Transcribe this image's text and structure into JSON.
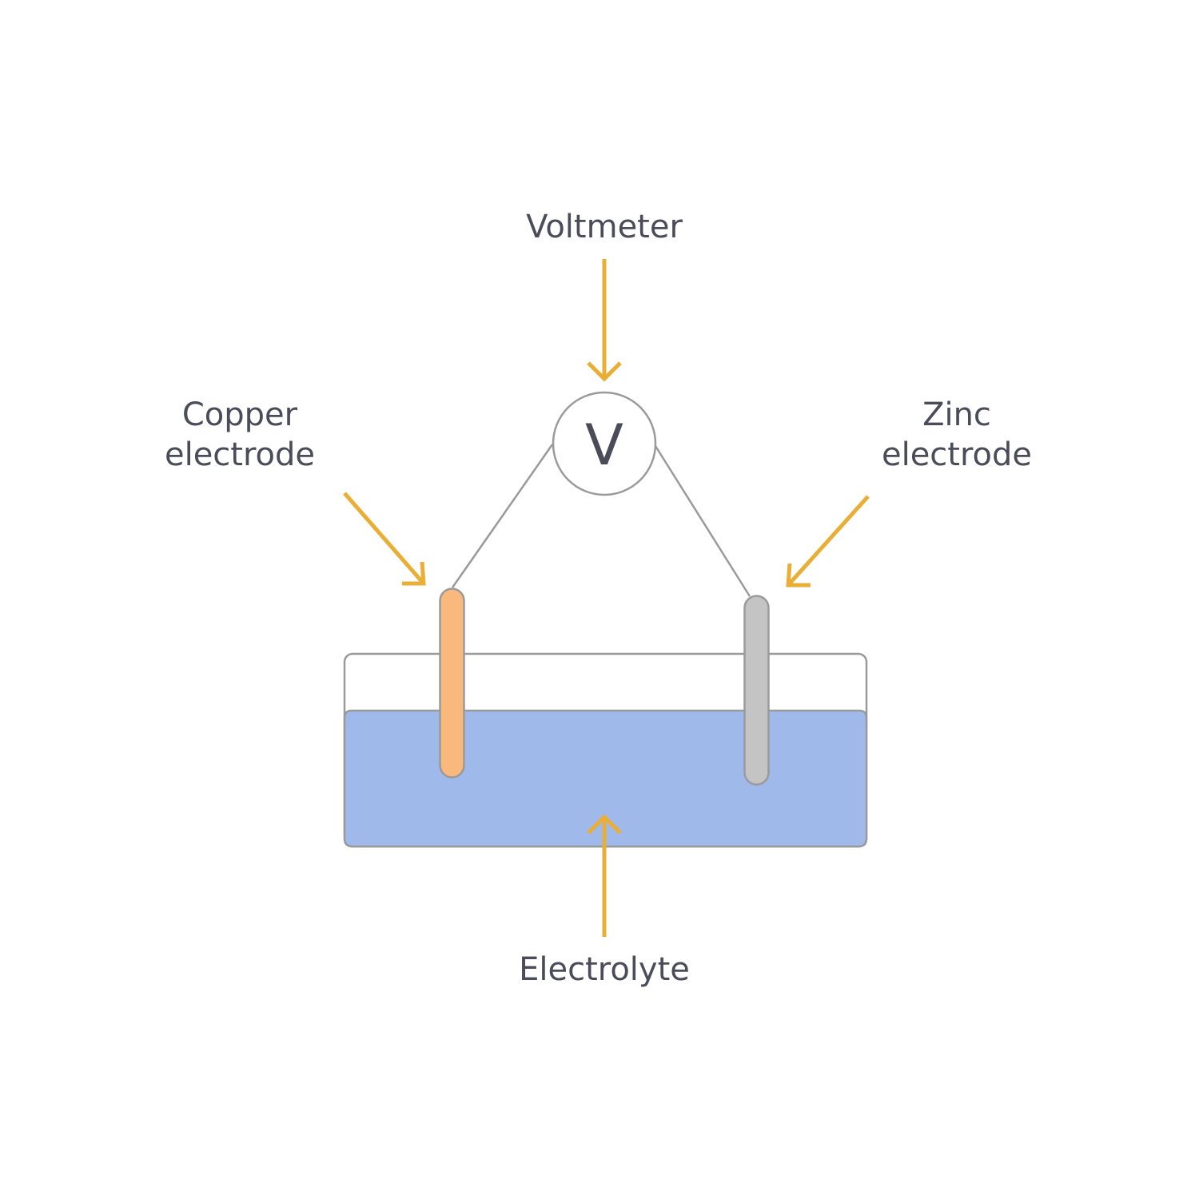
{
  "labels": {
    "voltmeter": "Voltmeter",
    "copper_line1": "Copper",
    "copper_line2": "electrode",
    "zinc_line1": "Zinc",
    "zinc_line2": "electrode",
    "electrolyte": "Electrolyte",
    "meter_symbol": "V"
  },
  "colors": {
    "arrow": "#e8ae35",
    "electrolyte": "#a0b9eb",
    "copper": "#f9b87c",
    "zinc": "#c4c4c4",
    "outline": "#9a9a9a",
    "text": "#4a4d59"
  }
}
